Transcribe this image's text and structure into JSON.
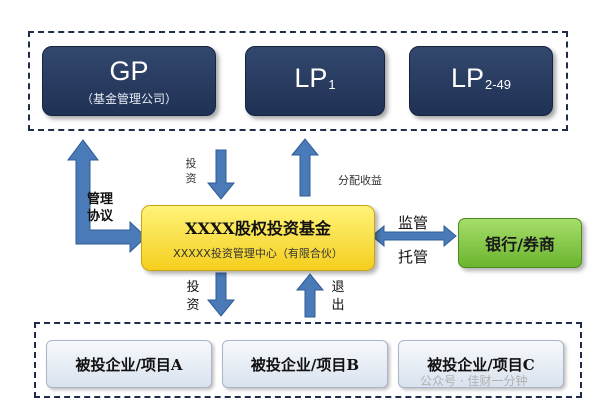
{
  "gp": {
    "title": "GP",
    "subtitle": "（基金管理公司）"
  },
  "lp1": {
    "title": "LP",
    "sub": "1"
  },
  "lp2": {
    "title": "LP",
    "sub": "2-49"
  },
  "fund": {
    "title": "XXXX股权投资基金",
    "subtitle": "XXXXX投资管理中心（有限合伙）"
  },
  "bank": {
    "label": "银行/券商"
  },
  "arrow_labels": {
    "invest_top": "投资",
    "distribute": "分配收益",
    "mgmt_line1": "管理",
    "mgmt_line2": "协议",
    "supervise": "监管",
    "custody": "托管",
    "invest_bottom": "投资",
    "exit": "退出"
  },
  "projects": [
    {
      "label": "被投企业/项目A"
    },
    {
      "label": "被投企业/项目B"
    },
    {
      "label": "被投企业/项目C"
    }
  ],
  "watermark": "公众号 · 佳财一分钟",
  "colors": {
    "navy": "#2a3d60",
    "arrow": "#4a7ab8",
    "fund": "#fbe24a",
    "bank": "#8ccc4a"
  }
}
